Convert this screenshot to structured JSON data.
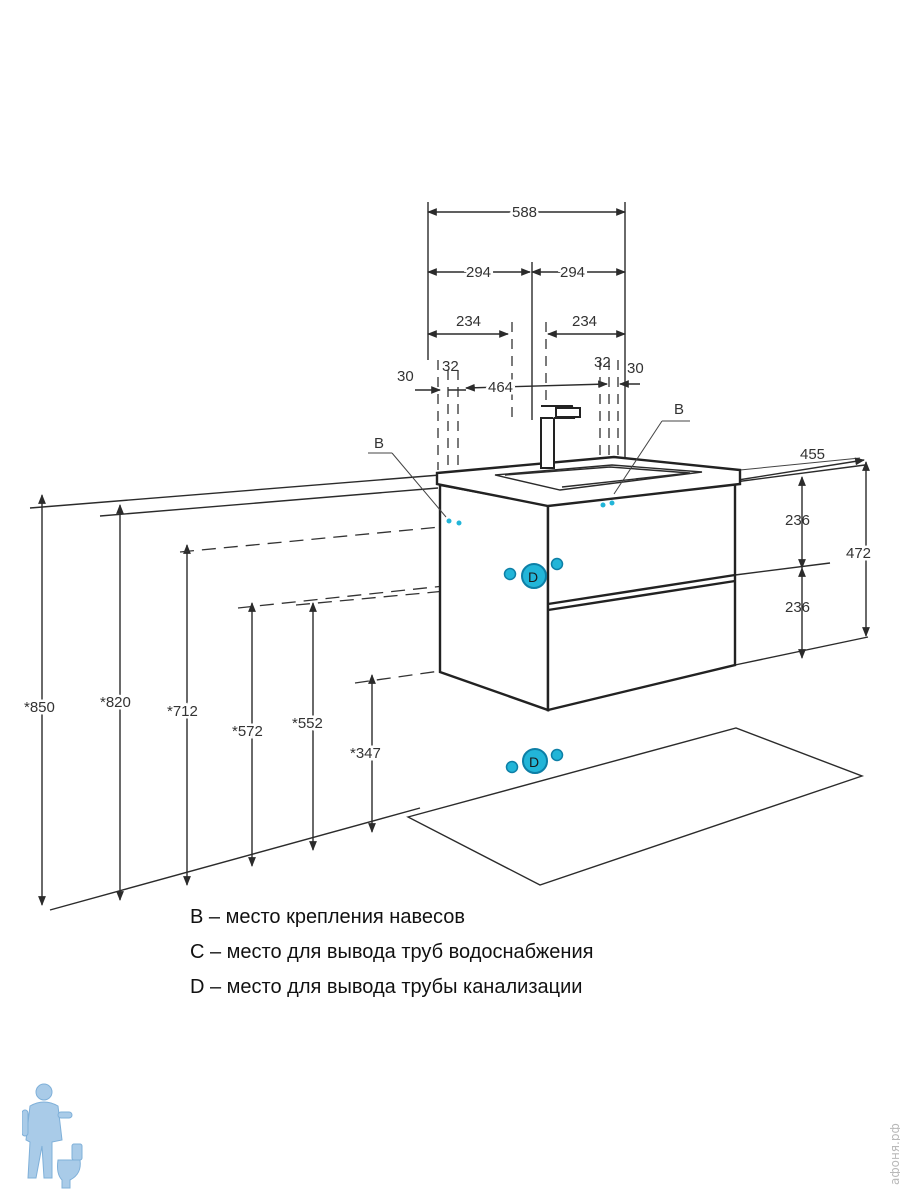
{
  "dimensions": {
    "top_total": "588",
    "half_left": "294",
    "half_right": "294",
    "offset_left": "234",
    "offset_right": "234",
    "pipe_gap_left": "32",
    "pipe_gap_right": "32",
    "edge_left": "30",
    "edge_right": "30",
    "inner_width": "464",
    "depth": "455",
    "drawer_upper": "236",
    "drawer_lower": "236",
    "cabinet_height": "472",
    "h_850": "*850",
    "h_820": "*820",
    "h_712": "*712",
    "h_572": "*572",
    "h_552": "*552",
    "h_347": "*347"
  },
  "markers": {
    "b_left": "B",
    "b_right": "B",
    "d_upper": "D",
    "d_lower": "D"
  },
  "colors": {
    "marker": "#22b5d8",
    "marker_stroke": "#0d7fa6",
    "lines": "#2b2b2b"
  },
  "legend": {
    "line_b": "B – место крепления навесов",
    "line_c": "C – место для вывода труб водоснабжения",
    "line_d": "D – место для вывода трубы канализации"
  },
  "watermark": "афоня.рф",
  "logo_icon": "plumber-with-toilet-logo"
}
